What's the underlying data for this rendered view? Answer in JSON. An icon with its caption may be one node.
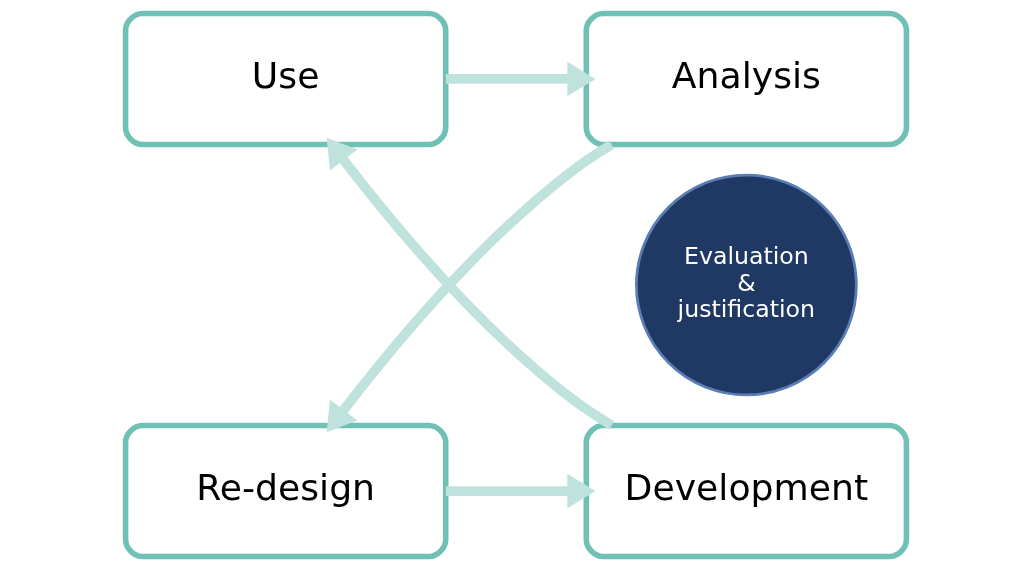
{
  "diagram": {
    "nodes": [
      {
        "text": [
          "Use"
        ]
      },
      {
        "text": [
          "Analysis"
        ]
      },
      {
        "text": [
          "Evaluation & justification"
        ]
      },
      {
        "text": [
          "Development"
        ]
      },
      {
        "text": [
          "Re-design"
        ]
      }
    ],
    "edges": [
      {
        "from": 0,
        "to": 1,
        "arrow": "to"
      },
      {
        "from": 1,
        "to": 4,
        "arrow": "to"
      },
      {
        "from": 4,
        "to": 3,
        "arrow": "to"
      },
      {
        "from": 3,
        "to": 0,
        "arrow": "to"
      }
    ]
  }
}
